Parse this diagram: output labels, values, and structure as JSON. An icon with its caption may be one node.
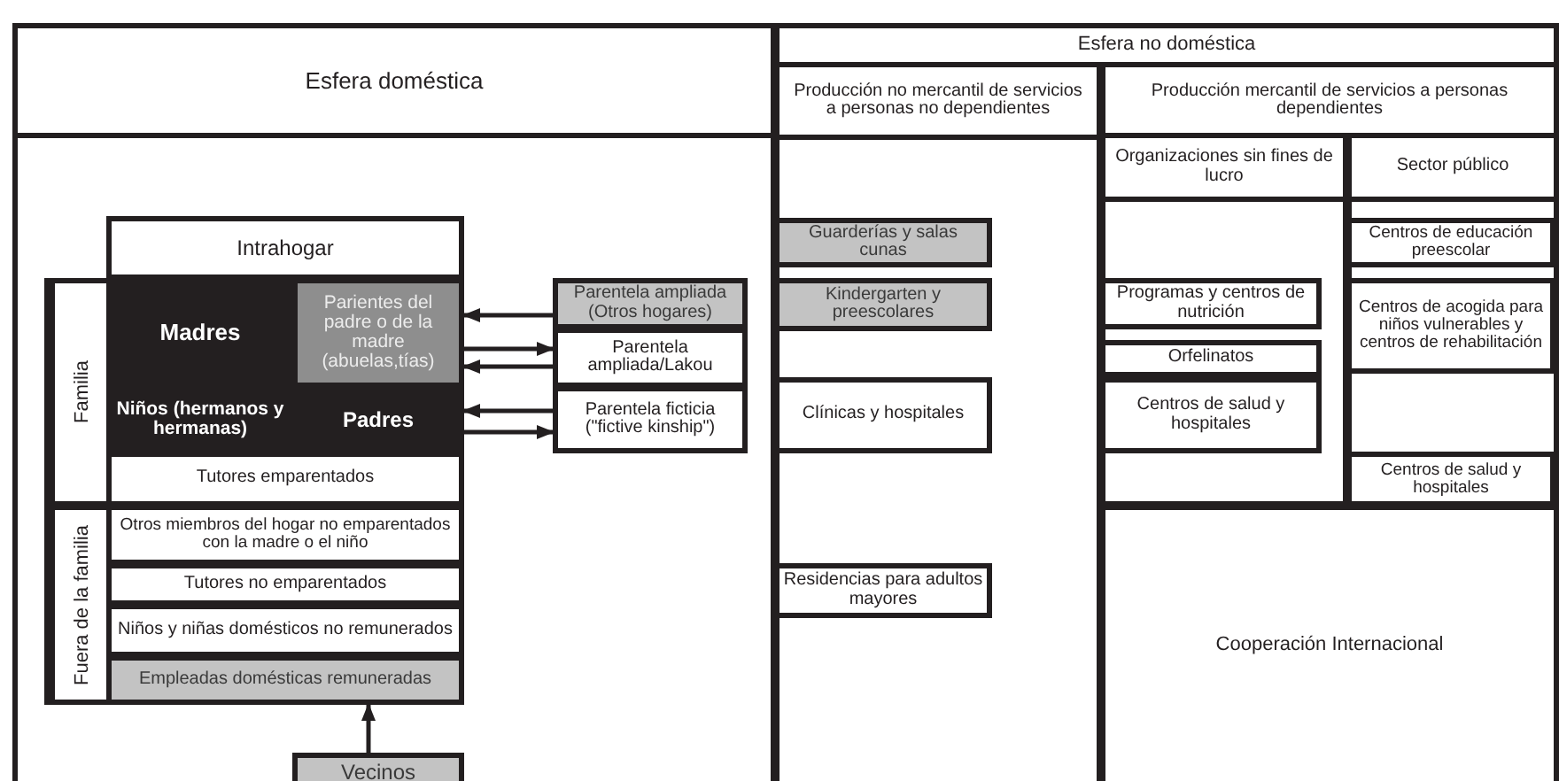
{
  "diagram": {
    "nodes": [
      {
        "text": [
          "Esfera doméstica"
        ]
      },
      {
        "text": [
          "Intrahogar"
        ],
        "in": 0
      },
      {
        "text": [
          "Familia"
        ],
        "in": 0
      },
      {
        "text": [
          "Madres"
        ],
        "in": 2
      },
      {
        "text": [
          "Parientes del padre o de la madre (abuelas,tías)"
        ],
        "in": 2
      },
      {
        "text": [
          "Niños (hermanos y hermanas)"
        ],
        "in": 2
      },
      {
        "text": [
          "Padres"
        ],
        "in": 2
      },
      {
        "text": [
          "Tutores emparentados"
        ],
        "in": 2
      },
      {
        "text": [
          "Fuera de la familia"
        ],
        "in": 0
      },
      {
        "text": [
          "Otros miembros del hogar no emparentados con la madre o el niño"
        ],
        "in": 8
      },
      {
        "text": [
          "Tutores no emparentados"
        ],
        "in": 8
      },
      {
        "text": [
          "Niños y niñas domésticos no remunerados"
        ],
        "in": 8
      },
      {
        "text": [
          "Empleadas domésticas remuneradas"
        ],
        "in": 8
      },
      {
        "text": [
          "Vecinos"
        ],
        "in": 0
      },
      {
        "text": [
          "Parentela ampliada (Otros hogares)"
        ],
        "in": 0
      },
      {
        "text": [
          "Parentela ampliada/Lakou"
        ],
        "in": 0
      },
      {
        "text": [
          "Parentela ficticia (\"fictive kinship\")"
        ],
        "in": 0
      },
      {
        "text": [
          "Esfera no doméstica"
        ]
      },
      {
        "text": [
          "Producción no mercantil de servicios a personas no dependientes"
        ],
        "in": 17
      },
      {
        "text": [
          "Guarderías y salas cunas"
        ],
        "in": 18
      },
      {
        "text": [
          "Kindergarten y preescolares"
        ],
        "in": 18
      },
      {
        "text": [
          "Clínicas y hospitales"
        ],
        "in": 18
      },
      {
        "text": [
          "Residencias para adultos mayores"
        ],
        "in": 18
      },
      {
        "text": [
          "Producción mercantil de servicios a personas dependientes"
        ],
        "in": 17
      },
      {
        "text": [
          "Organizaciones sin fines de lucro"
        ],
        "in": 23
      },
      {
        "text": [
          "Programas y centros de nutrición"
        ],
        "in": 24
      },
      {
        "text": [
          "Orfelinatos"
        ],
        "in": 24
      },
      {
        "text": [
          "Centros de salud y hospitales"
        ],
        "in": 24
      },
      {
        "text": [
          "Sector público"
        ],
        "in": 23
      },
      {
        "text": [
          "Centros de educación preescolar"
        ],
        "in": 28
      },
      {
        "text": [
          "Centros de acogida para niños vulnerables y centros de rehabilitación"
        ],
        "in": 28
      },
      {
        "text": [
          "Centros de salud y hospitales"
        ],
        "in": 28
      },
      {
        "text": [
          "Cooperación Internacional"
        ],
        "in": 23
      }
    ],
    "edges": [
      {
        "from": 14,
        "to": 4,
        "arrow": "to"
      },
      {
        "from": 4,
        "to": 15,
        "arrow": "to"
      },
      {
        "from": 15,
        "to": 4,
        "arrow": "to"
      },
      {
        "from": 16,
        "to": 6,
        "arrow": "to"
      },
      {
        "from": 6,
        "to": 16,
        "arrow": "to"
      },
      {
        "from": 13,
        "to": 12,
        "arrow": "to"
      }
    ]
  }
}
